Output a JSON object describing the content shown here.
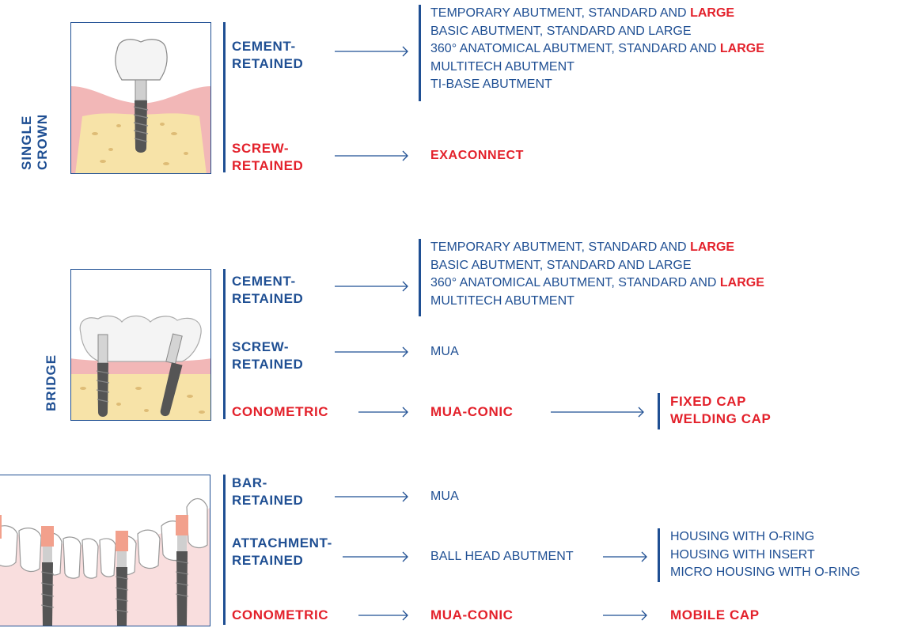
{
  "colors": {
    "blue": "#1f4f93",
    "red": "#e3212b"
  },
  "sections": {
    "single_crown": {
      "title_line1": "SINGLE",
      "title_line2": "CROWN",
      "cement": {
        "line1": "CEMENT-",
        "line2": "RETAINED"
      },
      "cement_options": [
        {
          "text": "TEMPORARY ABUTMENT, STANDARD AND ",
          "highlight": "LARGE"
        },
        {
          "text": "BASIC ABUTMENT, STANDARD AND LARGE",
          "highlight": ""
        },
        {
          "text": "360° ANATOMICAL ABUTMENT, STANDARD AND ",
          "highlight": "LARGE"
        },
        {
          "text": "MULTITECH ABUTMENT",
          "highlight": ""
        },
        {
          "text": "TI-BASE ABUTMENT",
          "highlight": ""
        }
      ],
      "screw": {
        "line1": "SCREW-",
        "line2": "RETAINED"
      },
      "screw_option": "EXACONNECT"
    },
    "bridge": {
      "title": "BRIDGE",
      "cement": {
        "line1": "CEMENT-",
        "line2": "RETAINED"
      },
      "cement_options": [
        {
          "text": "TEMPORARY ABUTMENT, STANDARD AND ",
          "highlight": "LARGE"
        },
        {
          "text": "BASIC ABUTMENT, STANDARD AND LARGE",
          "highlight": ""
        },
        {
          "text": "360° ANATOMICAL ABUTMENT, STANDARD AND ",
          "highlight": "LARGE"
        },
        {
          "text": "MULTITECH ABUTMENT",
          "highlight": ""
        }
      ],
      "screw": {
        "line1": "SCREW-",
        "line2": "RETAINED"
      },
      "screw_option": "MUA",
      "conometric": "CONOMETRIC",
      "conometric_option": "MUA-CONIC",
      "conometric_caps": [
        "FIXED CAP",
        "WELDING CAP"
      ]
    },
    "overdenture": {
      "bar": {
        "line1": "BAR-",
        "line2": "RETAINED"
      },
      "bar_option": "MUA",
      "attachment": {
        "line1": "ATTACHMENT-",
        "line2": "RETAINED"
      },
      "attachment_option": "BALL HEAD ABUTMENT",
      "attachment_housings": [
        "HOUSING WITH O-RING",
        "HOUSING WITH INSERT",
        "MICRO HOUSING WITH O-RING"
      ],
      "conometric": "CONOMETRIC",
      "conometric_option": "MUA-CONIC",
      "conometric_cap": "MOBILE CAP"
    }
  }
}
